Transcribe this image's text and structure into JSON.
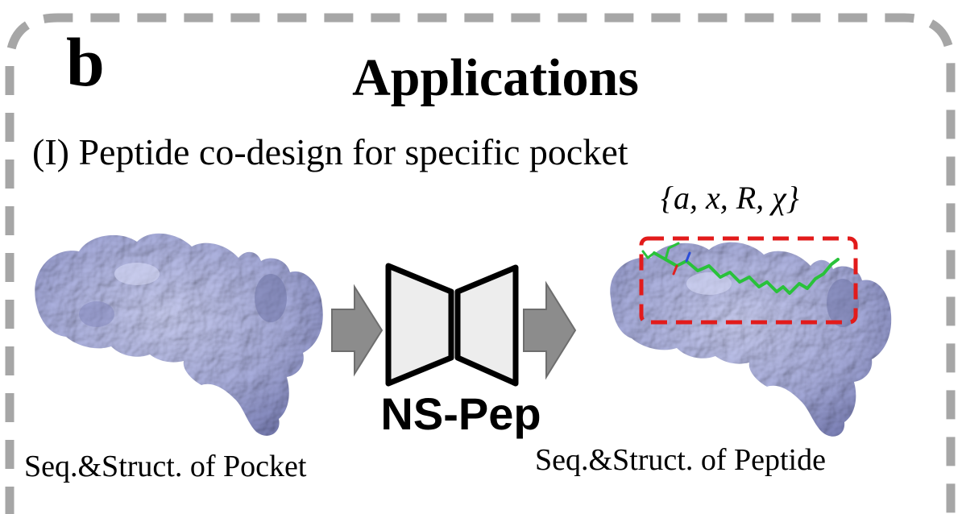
{
  "panel": {
    "letter": "b",
    "title": "Applications",
    "subtitle": "(I) Peptide co-design for specific pocket"
  },
  "model": {
    "name": "NS-Pep"
  },
  "output": {
    "variables": "{a, x, R, χ}"
  },
  "captions": {
    "input": "Seq.&Struct. of Pocket",
    "output": "Seq.&Struct. of Peptide"
  },
  "colors": {
    "protein_surface": "#a9aedd",
    "protein_shadow": "#7c81b8",
    "arrow": "#8c8c8c",
    "network_fill": "#ededed",
    "highlight_box": "#e21b1b",
    "peptide": "#29c23a",
    "frame": "#a6a6a6"
  },
  "icons": {
    "input_structure": "protein-surface-icon",
    "output_structure": "protein-peptide-complex-icon",
    "network": "encoder-decoder-icon"
  }
}
